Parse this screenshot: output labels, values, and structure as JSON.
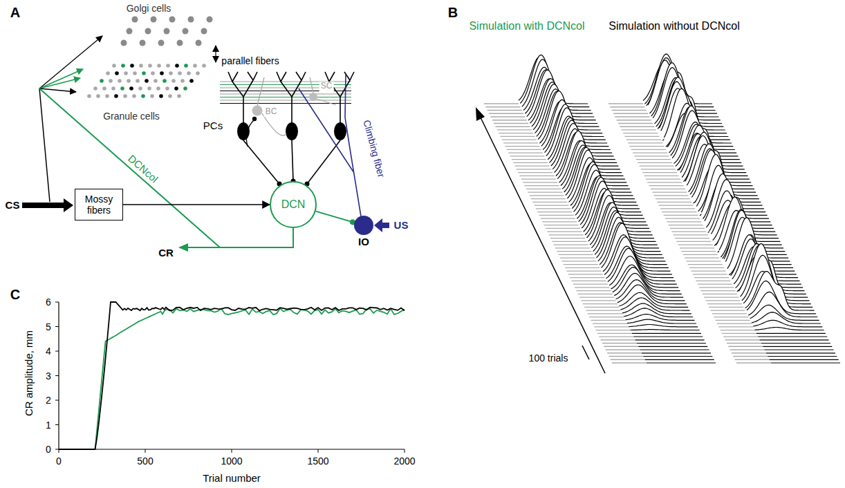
{
  "diagram": {
    "nodes": [
      {
        "text": [
          "Mossy fibers"
        ]
      },
      {
        "text": [
          "DCN"
        ]
      },
      {
        "text": [
          "IO"
        ]
      }
    ],
    "edges": [
      {
        "from": 0,
        "to": 1,
        "arrow": "to"
      },
      {
        "from": 1,
        "to": 2,
        "arrow": "to"
      }
    ],
    "labels": [
      "A",
      "B",
      "C",
      "Golgi cells",
      "Granule cells",
      "parallel fibers",
      "BC",
      "SC",
      "PCs",
      "Climbing fiber",
      "DCNcol",
      "CS",
      "CR",
      "US",
      "Simulation with DCNcol",
      "Simulation without DCNcol",
      "100 trials",
      "CR amplitude, mm",
      "Trial number",
      "0",
      "1",
      "2",
      "3",
      "4",
      "5",
      "6",
      "0",
      "500",
      "1000",
      "1500",
      "2000"
    ]
  }
}
